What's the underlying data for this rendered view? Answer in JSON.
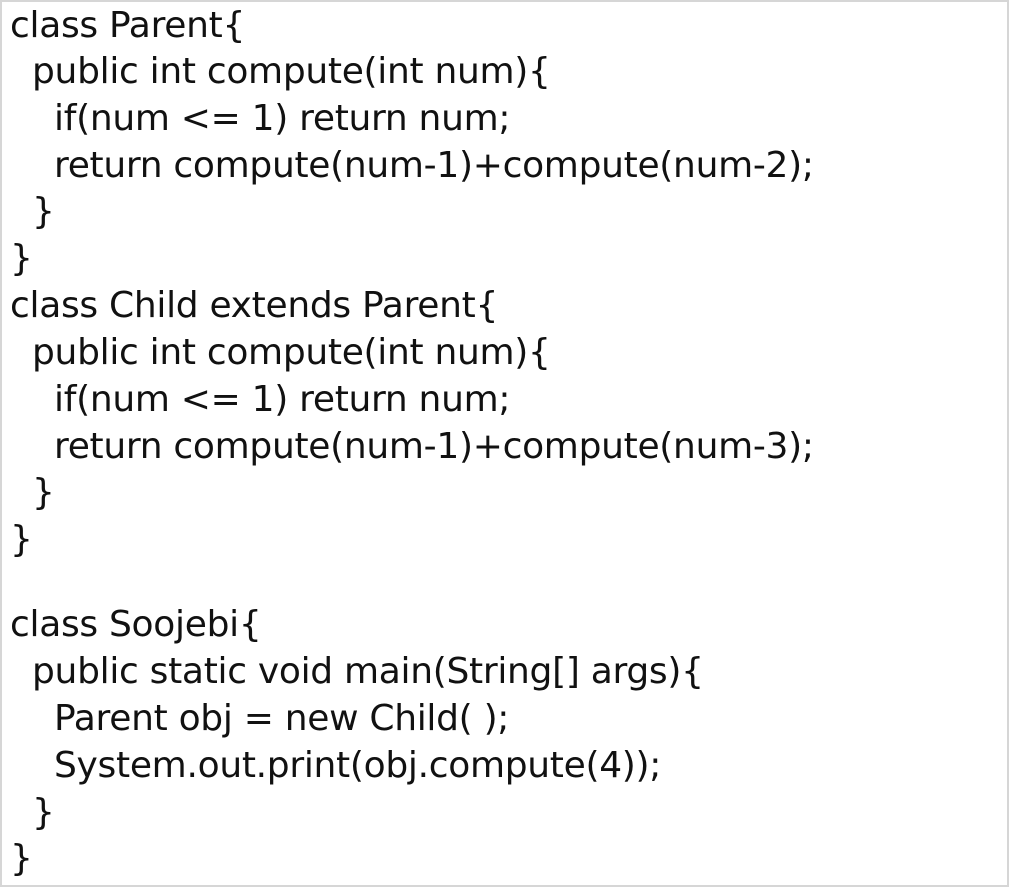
{
  "code_lines": [
    "class Parent{",
    "public int compute(int num){",
    "if(num <= 1) return num;",
    "return compute(num-1)+compute(num-2);",
    "}",
    "}",
    "class Child extends Parent{",
    "public int compute(int num){",
    "if(num <= 1) return num;",
    "return compute(num-1)+compute(num-3);",
    "}",
    "}",
    "class Soojebi{",
    "public static void main(String[] args){",
    "Parent obj = new Child( );",
    "System.out.print(obj.compute(4));",
    "}",
    "}"
  ]
}
